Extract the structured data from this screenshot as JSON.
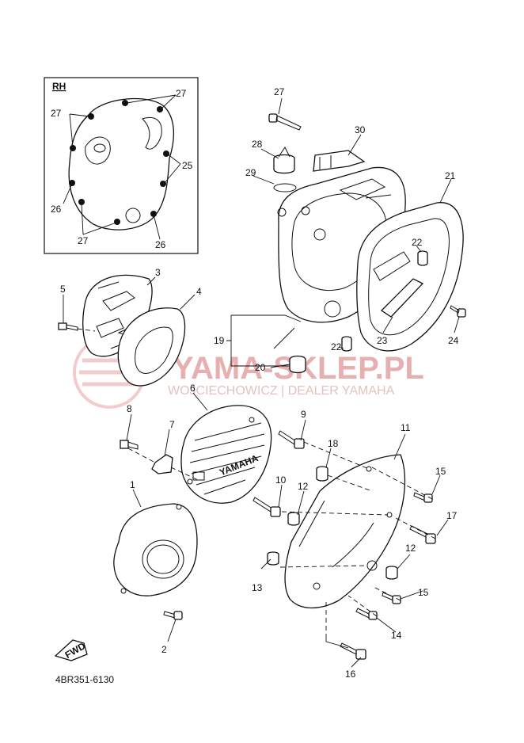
{
  "inset": {
    "title": "RH",
    "labels": [
      "27",
      "27",
      "25",
      "26",
      "27",
      "26"
    ]
  },
  "callouts": [
    "1",
    "2",
    "3",
    "4",
    "5",
    "6",
    "7",
    "8",
    "9",
    "10",
    "11",
    "12",
    "12",
    "13",
    "14",
    "15",
    "15",
    "16",
    "17",
    "18",
    "19",
    "20",
    "21",
    "22",
    "22",
    "23",
    "24",
    "25",
    "26",
    "26",
    "27",
    "27",
    "27",
    "27",
    "28",
    "29",
    "30"
  ],
  "watermark": {
    "brand": "YAMA-SKLEP.PL",
    "tagline": "WOJCIECHOWICZ | DEALER YAMAHA"
  },
  "cover_logo": "YAMAHA",
  "fwd_label": "FWD",
  "diagram_code": "4BR351-6130",
  "colors": {
    "line": "#111111",
    "watermark": "#e7b0b0"
  }
}
